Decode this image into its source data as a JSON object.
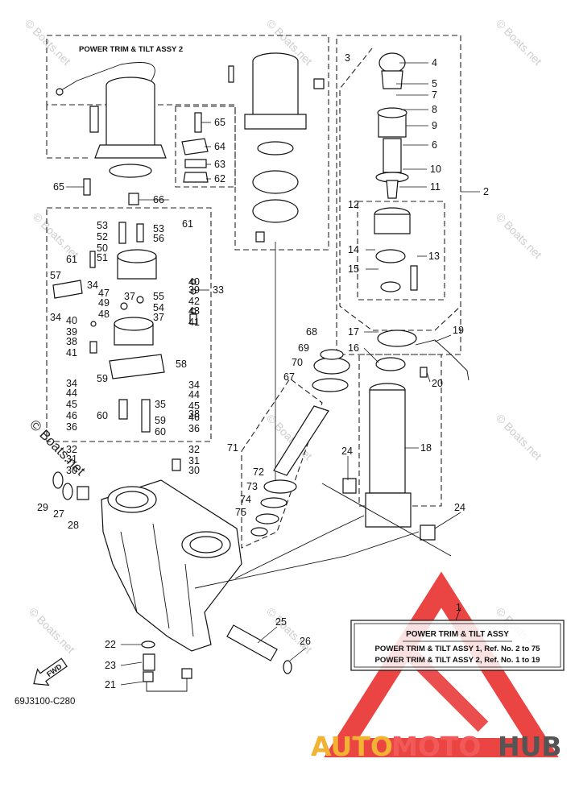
{
  "diagram": {
    "sub_assembly_title": "POWER TRIM & TILT ASSY 2",
    "drawing_code": "69J3100-C280",
    "fwd_label": "FWD",
    "watermark_text": "© Boats.net",
    "info_box": {
      "title": "POWER TRIM & TILT ASSY",
      "line1": "POWER TRIM & TILT ASSY 1, Ref. No. 2 to 75",
      "line2": "POWER TRIM & TILT ASSY 2, Ref. No. 1 to 19"
    },
    "logo": {
      "part1": "AUTO",
      "part2": "MOTO",
      "part3": "HUB",
      "colors": {
        "auto": "#f2b233",
        "moto": "#f25a5a",
        "hub": "#555555",
        "triangle": "#e8302f"
      }
    },
    "callouts": {
      "c1": "1",
      "c2": "2",
      "c3": "3",
      "c4": "4",
      "c5": "5",
      "c6": "6",
      "c7": "7",
      "c8": "8",
      "c9": "9",
      "c10": "10",
      "c11": "11",
      "c12": "12",
      "c13": "13",
      "c14": "14",
      "c15": "15",
      "c16": "16",
      "c17": "17",
      "c18": "18",
      "c19": "19",
      "c20": "20",
      "c21": "21",
      "c22": "22",
      "c23": "23",
      "c24a": "24",
      "c24b": "24",
      "c25": "25",
      "c26": "26",
      "c27": "27",
      "c28": "28",
      "c29": "29",
      "c30a": "30",
      "c30b": "30",
      "c31a": "31",
      "c31b": "31",
      "c32a": "32",
      "c32b": "32",
      "c33": "33",
      "c34a": "34",
      "c34b": "34",
      "c34c": "34",
      "c34d": "34",
      "c35": "35",
      "c36a": "36",
      "c36b": "36",
      "c37a": "37",
      "c37b": "37",
      "c38a": "38",
      "c38b": "38",
      "c39a": "39",
      "c39b": "39",
      "c40a": "40",
      "c40b": "40",
      "c41a": "41",
      "c41b": "41",
      "c42": "42",
      "c43": "43",
      "c44a": "44",
      "c44b": "44",
      "c45a": "45",
      "c45b": "45",
      "c46a": "46",
      "c46b": "46",
      "c47": "47",
      "c48": "48",
      "c49": "49",
      "c50": "50",
      "c51": "51",
      "c52": "52",
      "c53a": "53",
      "c53b": "53",
      "c54": "54",
      "c55": "55",
      "c56": "56",
      "c57": "57",
      "c58": "58",
      "c59a": "59",
      "c59b": "59",
      "c60a": "60",
      "c60b": "60",
      "c61a": "61",
      "c61b": "61",
      "c62": "62",
      "c63": "63",
      "c64": "64",
      "c65a": "65",
      "c65b": "65",
      "c66": "66",
      "c67": "67",
      "c68": "68",
      "c69": "69",
      "c70": "70",
      "c71": "71",
      "c72": "72",
      "c73": "73",
      "c74": "74",
      "c75": "75"
    }
  }
}
